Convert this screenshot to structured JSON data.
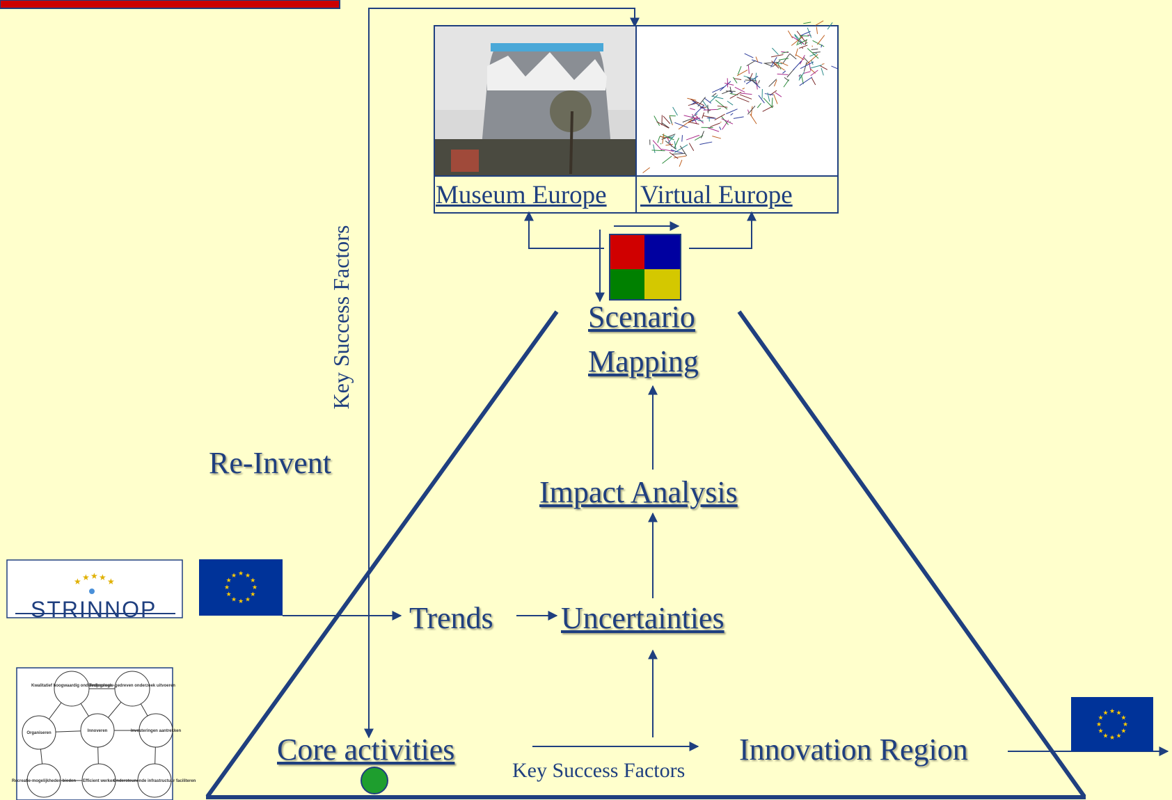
{
  "diagram": {
    "top_images": [
      {
        "caption": "Museum Europe",
        "icon": "cooling-tower-photo"
      },
      {
        "caption": "Virtual Europe",
        "icon": "network-graph-image"
      }
    ],
    "scenario_mapping": {
      "line1": "Scenario",
      "line2": "Mapping"
    },
    "impact_analysis": "Impact Analysis",
    "uncertainties": "Uncertainties",
    "trends": "Trends",
    "core_activities": "Core activities",
    "innovation_region": "Innovation Region",
    "key_success_factors_bottom": "Key Success Factors",
    "key_success_factors_vertical": "Key Success Factors",
    "re_invent": "Re-Invent",
    "strinnop_logo": "STRINNOP",
    "network_nodes": [
      "Kwalitatief hoogwaardig onderwijsgeven",
      "Technologie-gedreven onderzoek uitvoeren",
      "Organiseren",
      "Innoveren",
      "Investeringen aantrekken",
      "Recreatie-mogelijkheden bieden",
      "Efficient werken",
      "Ondersteunende infrastructuur faciliteren"
    ],
    "quadrant_colors": [
      "#D00000",
      "#0000A0",
      "#008000",
      "#D4C800"
    ],
    "colors": {
      "text": "#1F3F7F",
      "background": "#FFFFCC",
      "eu_blue": "#003399",
      "eu_star": "#FFCC00"
    }
  }
}
